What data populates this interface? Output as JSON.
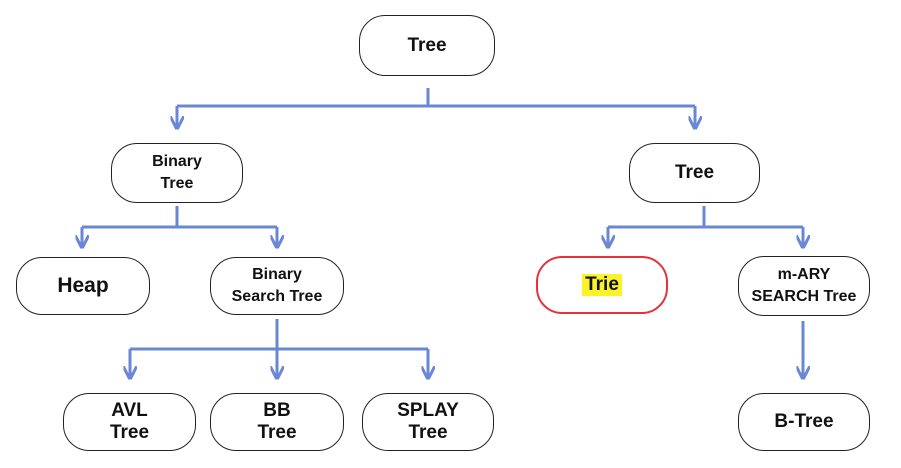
{
  "colors": {
    "connector": "#6a87d6",
    "highlight_border": "#e8303a",
    "highlight_fill": "#fbf22a"
  },
  "nodes": {
    "root": "Tree",
    "binary_tree": "Binary\nTree",
    "tree": "Tree",
    "heap": "Heap",
    "binary_search_tree": "Binary\nSearch Tree",
    "trie": "Trie",
    "m_ary_search_tree": "m-ARY\nSEARCH Tree",
    "avl_tree": "AVL\nTree",
    "bb_tree": "BB\nTree",
    "splay_tree": "SPLAY\nTree",
    "b_tree": "B-Tree"
  },
  "highlighted_node": "trie"
}
